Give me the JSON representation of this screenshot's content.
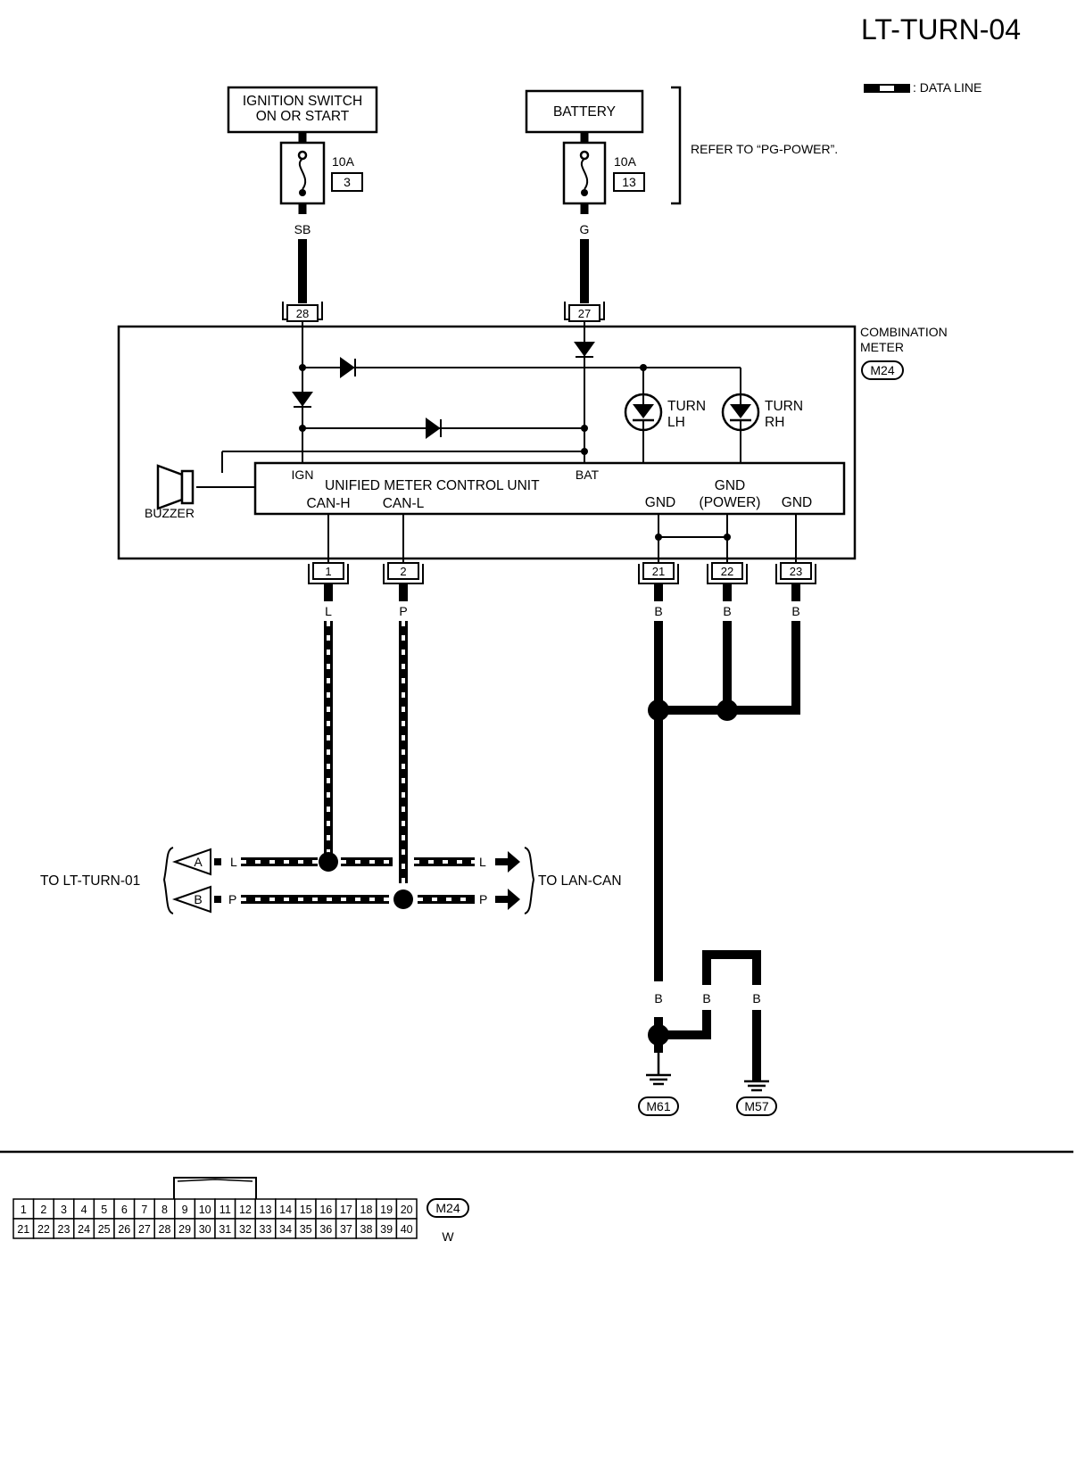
{
  "page_title": "LT-TURN-04",
  "legend": {
    "data_line": ": DATA LINE"
  },
  "power": {
    "ignition_line1": "IGNITION SWITCH",
    "ignition_line2": "ON OR START",
    "battery": "BATTERY",
    "refer": "REFER TO “PG-POWER”."
  },
  "fuses": [
    {
      "rating": "10A",
      "number": "3"
    },
    {
      "rating": "10A",
      "number": "13"
    }
  ],
  "wires": {
    "sb": "SB",
    "g": "G",
    "l": "L",
    "p": "P",
    "b": "B"
  },
  "meter": {
    "name_line1": "COMBINATION",
    "name_line2": "METER",
    "connector": "M24",
    "turn": "TURN",
    "lh": "LH",
    "rh": "RH",
    "buzzer": "BUZZER",
    "ign": "IGN",
    "bat": "BAT",
    "unit": "UNIFIED METER CONTROL UNIT",
    "can_h": "CAN-H",
    "can_l": "CAN-L",
    "gnd": "GND",
    "gnd_power_1": "GND",
    "gnd_power_2": "(POWER)"
  },
  "pins": {
    "p28": "28",
    "p27": "27",
    "p1": "1",
    "p2": "2",
    "p21": "21",
    "p22": "22",
    "p23": "23"
  },
  "can": {
    "to_left": "TO LT-TURN-01",
    "to_right": "TO LAN-CAN",
    "a": "A",
    "b": "B"
  },
  "grounds": {
    "g1": "M61",
    "g2": "M57"
  },
  "connector_view": {
    "id": "M24",
    "color": "W",
    "row1": [
      "1",
      "2",
      "3",
      "4",
      "5",
      "6",
      "7",
      "8",
      "9",
      "10",
      "11",
      "12",
      "13",
      "14",
      "15",
      "16",
      "17",
      "18",
      "19",
      "20"
    ],
    "row2": [
      "21",
      "22",
      "23",
      "24",
      "25",
      "26",
      "27",
      "28",
      "29",
      "30",
      "31",
      "32",
      "33",
      "34",
      "35",
      "36",
      "37",
      "38",
      "39",
      "40"
    ]
  }
}
